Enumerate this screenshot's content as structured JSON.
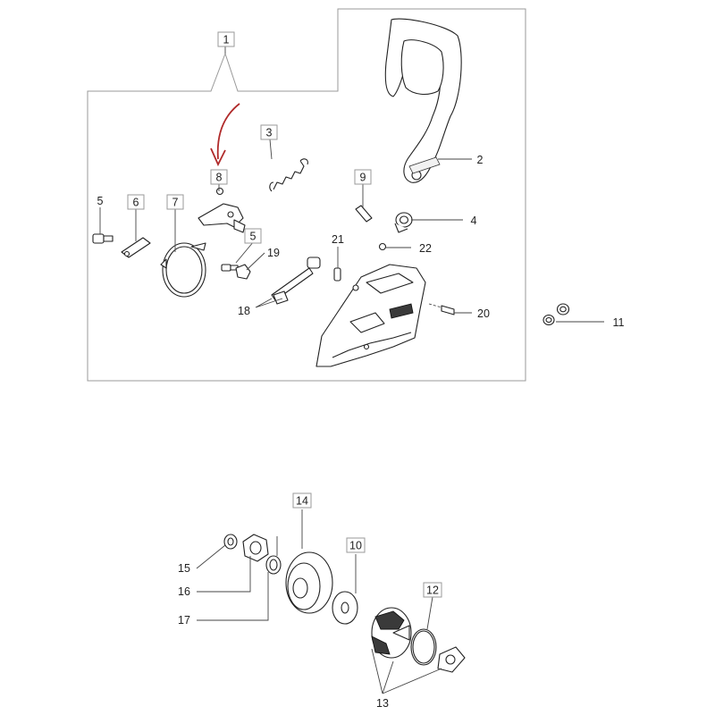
{
  "diagram": {
    "accent_arrow_color": "#b02a2a",
    "callouts": [
      {
        "id": "c1",
        "label": "1",
        "boxed": true
      },
      {
        "id": "c2",
        "label": "2",
        "boxed": false
      },
      {
        "id": "c3",
        "label": "3",
        "boxed": true
      },
      {
        "id": "c4",
        "label": "4",
        "boxed": false
      },
      {
        "id": "c5a",
        "label": "5",
        "boxed": false
      },
      {
        "id": "c5b",
        "label": "5",
        "boxed": true
      },
      {
        "id": "c6",
        "label": "6",
        "boxed": true
      },
      {
        "id": "c7",
        "label": "7",
        "boxed": true
      },
      {
        "id": "c8",
        "label": "8",
        "boxed": true
      },
      {
        "id": "c9",
        "label": "9",
        "boxed": true
      },
      {
        "id": "c10",
        "label": "10",
        "boxed": true
      },
      {
        "id": "c11",
        "label": "11",
        "boxed": false
      },
      {
        "id": "c12",
        "label": "12",
        "boxed": true
      },
      {
        "id": "c13",
        "label": "13",
        "boxed": false
      },
      {
        "id": "c14",
        "label": "14",
        "boxed": true
      },
      {
        "id": "c15",
        "label": "15",
        "boxed": false
      },
      {
        "id": "c16",
        "label": "16",
        "boxed": false
      },
      {
        "id": "c17",
        "label": "17",
        "boxed": false
      },
      {
        "id": "c18",
        "label": "18",
        "boxed": false
      },
      {
        "id": "c19",
        "label": "19",
        "boxed": false
      },
      {
        "id": "c20",
        "label": "20",
        "boxed": false
      },
      {
        "id": "c21",
        "label": "21",
        "boxed": false
      },
      {
        "id": "c22",
        "label": "22",
        "boxed": false
      }
    ]
  }
}
